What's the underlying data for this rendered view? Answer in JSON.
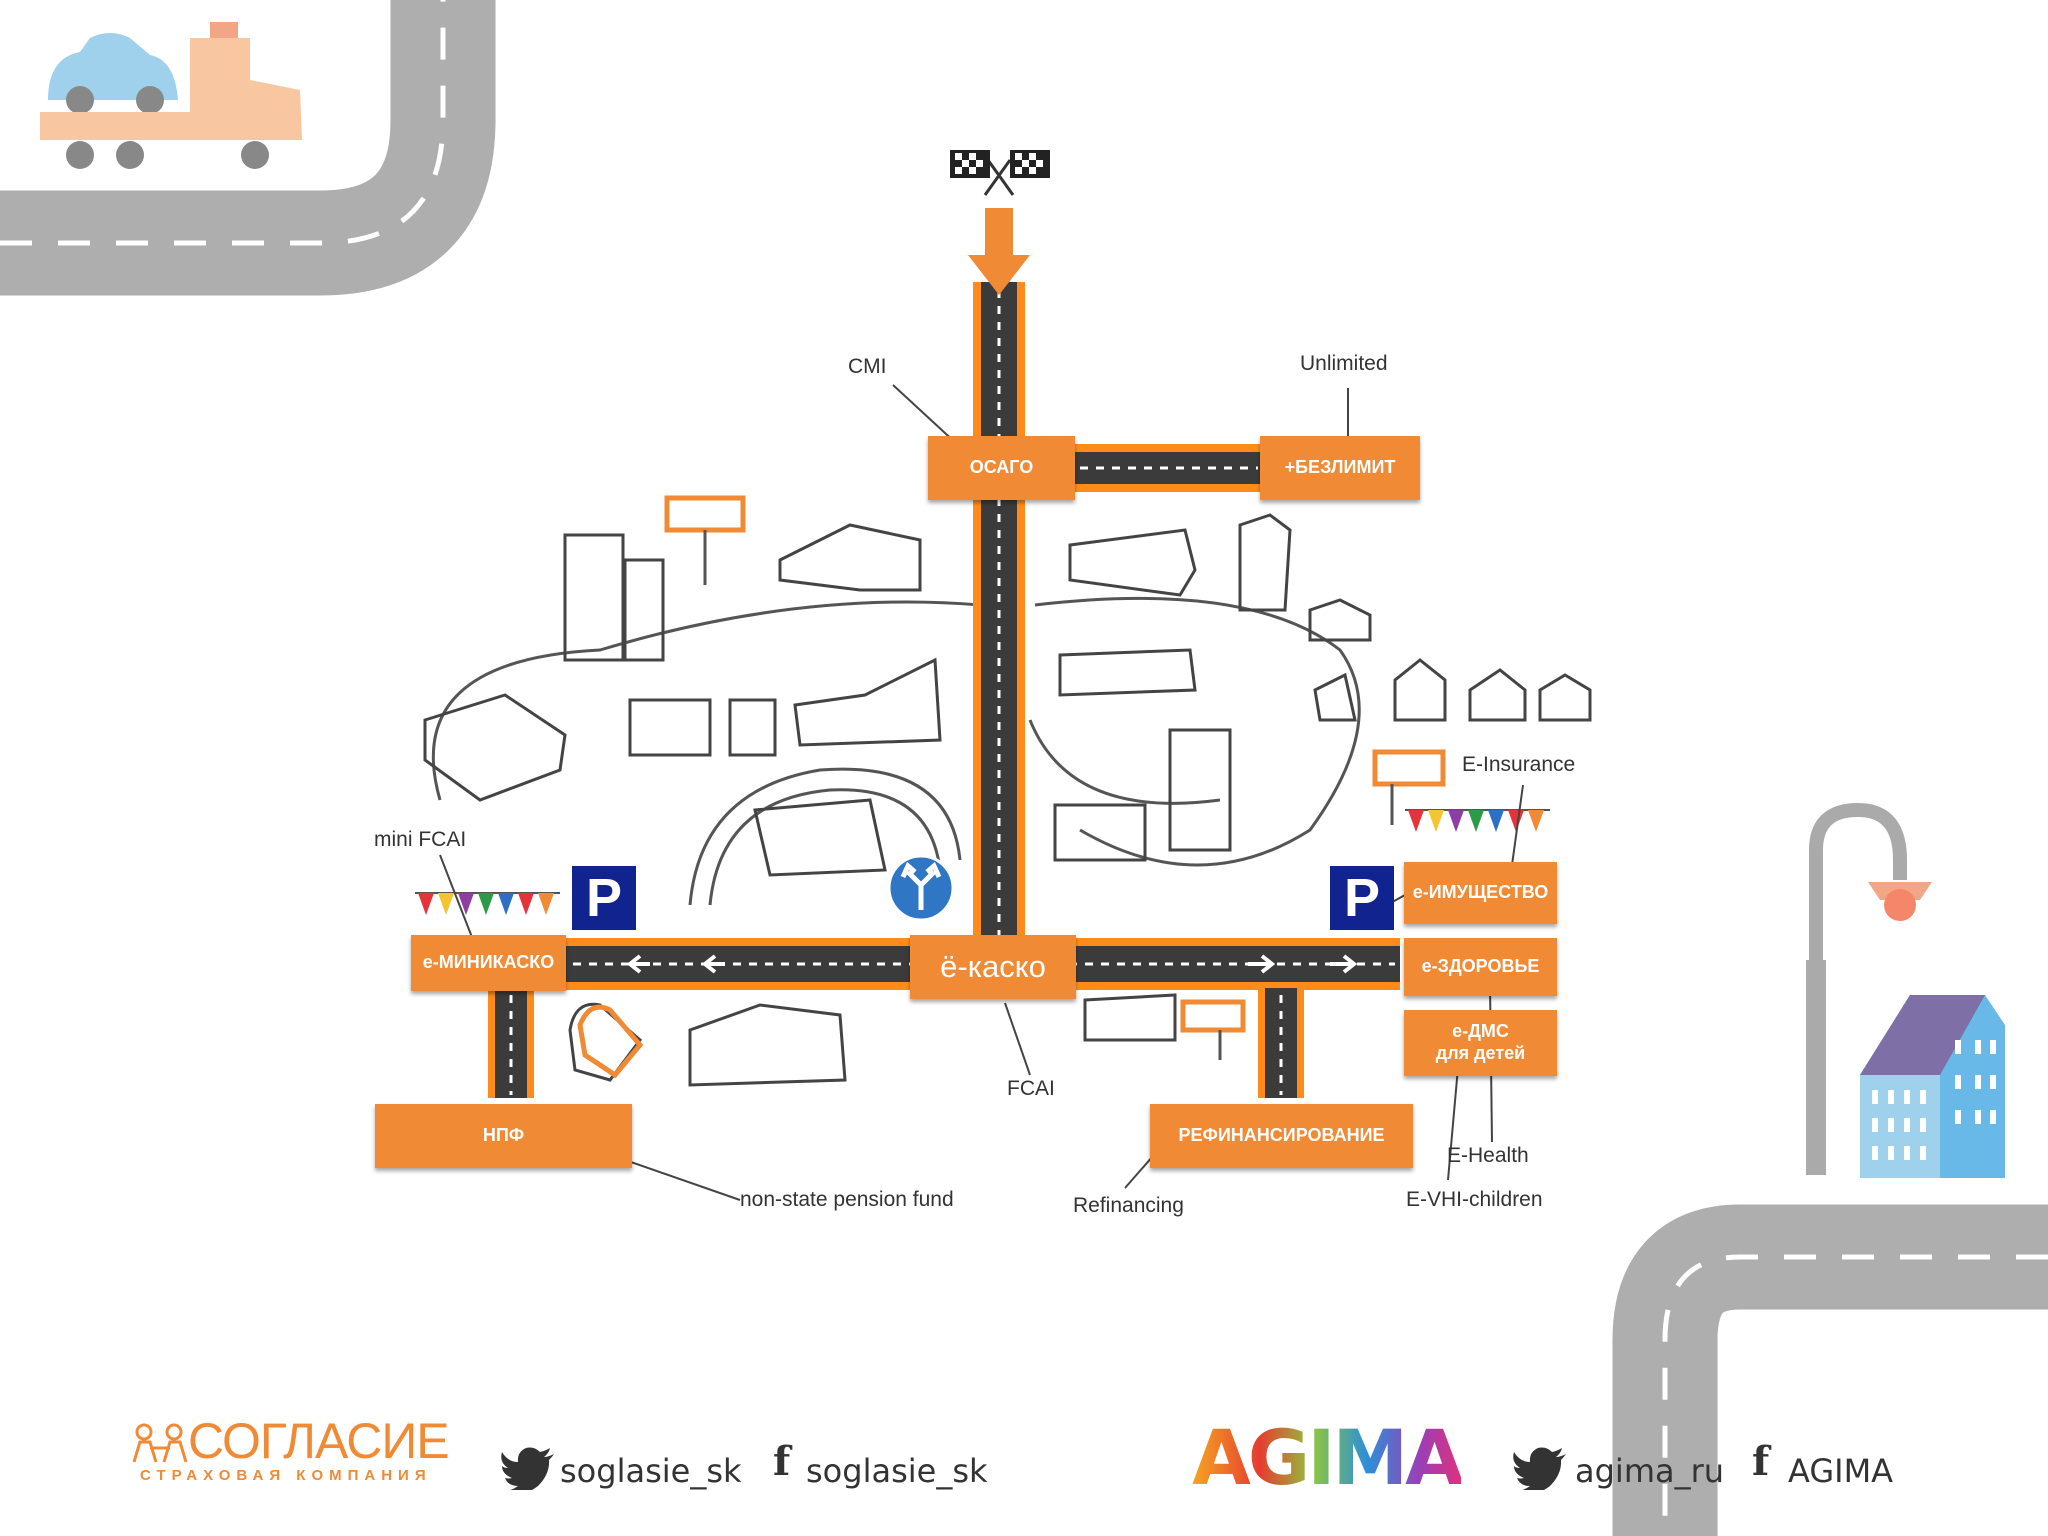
{
  "map": {
    "finish_flags_icon": "finish-flags-icon",
    "boxes": {
      "osago": "ОСАГО",
      "bezlimit": "+БЕЗЛИМИТ",
      "ekasko": "ё-каско",
      "eminikasko": "е-МИНИКАСКО",
      "eimushchestvo": "е-ИМУЩЕСТВО",
      "ezdorovye": "е-ЗДОРОВЬЕ",
      "edms_line1": "е-ДМС",
      "edms_line2": "для детей",
      "npf": "НПФ",
      "refinansirovanie": "РЕФИНАНСИРОВАНИЕ"
    },
    "labels": {
      "cmi": "CMI",
      "unlimited": "Unlimited",
      "fcai": "FCAI",
      "mini_fcai": "mini FCAI",
      "e_insurance": "E-Insurance",
      "e_health": "E-Health",
      "e_vhi_children": "E-VHI-children",
      "refinancing": "Refinancing",
      "pension_fund": "non-state pension fund"
    },
    "parking": "P"
  },
  "footer": {
    "soglasie_logo": "СОГЛАСИЕ",
    "soglasie_tagline": "СТРАХОВАЯ КОМПАНИЯ",
    "soglasie_twitter": "soglasie_sk",
    "soglasie_facebook": "soglasie_sk",
    "agima_logo": "AGIMA",
    "agima_twitter": "agima_ru",
    "agima_facebook": "AGIMA"
  },
  "colors": {
    "accent_orange": "#f08a35",
    "road_gray": "#b0b0b0",
    "parking_blue": "#10238f",
    "car_blue": "#9fd0ec",
    "truck_peach": "#f8c7a2"
  }
}
